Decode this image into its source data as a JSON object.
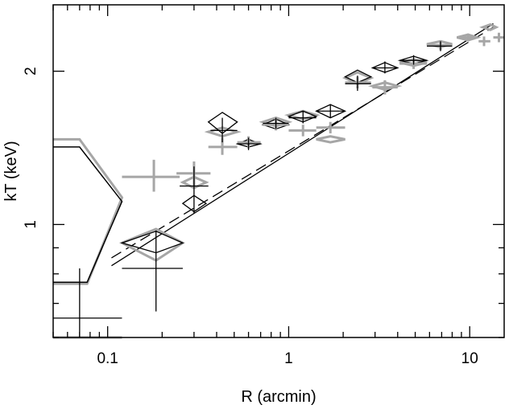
{
  "chart_data": {
    "type": "scatter",
    "title": "",
    "xlabel": "R (arcmin)",
    "ylabel": "kT (keV)",
    "xscale": "log",
    "yscale": "log",
    "xlim": [
      0.05,
      15.5
    ],
    "ylim": [
      0.6,
      2.7
    ],
    "x_ticks": [
      {
        "value": 0.1,
        "label": "0.1"
      },
      {
        "value": 1,
        "label": "1"
      },
      {
        "value": 10,
        "label": "10"
      }
    ],
    "y_ticks": [
      {
        "value": 1,
        "label": "1"
      },
      {
        "value": 2,
        "label": "2"
      }
    ],
    "grid": false,
    "colors": {
      "black": "#000000",
      "gray": "#a6a6a6"
    },
    "series": [
      {
        "color": "#000000",
        "marker": "cross",
        "points": [
          {
            "x": 0.07,
            "xlo": 0.05,
            "xhi": 0.12,
            "y": 0.655,
            "ylo": 0.6,
            "yhi": 0.82
          },
          {
            "x": 0.185,
            "xlo": 0.12,
            "xhi": 0.26,
            "y": 0.82,
            "ylo": 0.675,
            "yhi": 0.97
          },
          {
            "x": 0.3,
            "xlo": 0.25,
            "xhi": 0.36,
            "y": 1.19,
            "ylo": 1.05,
            "yhi": 1.3
          },
          {
            "x": 0.43,
            "xlo": 0.37,
            "xhi": 0.52,
            "y": 1.53,
            "ylo": 1.45,
            "yhi": 1.62
          },
          {
            "x": 0.6,
            "xlo": 0.52,
            "xhi": 0.7,
            "y": 1.44,
            "ylo": 1.4,
            "yhi": 1.48
          },
          {
            "x": 0.85,
            "xlo": 0.72,
            "xhi": 1.0,
            "y": 1.58,
            "ylo": 1.54,
            "yhi": 1.62
          },
          {
            "x": 1.2,
            "xlo": 1.0,
            "xhi": 1.42,
            "y": 1.62,
            "ylo": 1.58,
            "yhi": 1.67
          },
          {
            "x": 1.7,
            "xlo": 1.42,
            "xhi": 2.05,
            "y": 1.67,
            "ylo": 1.62,
            "yhi": 1.72
          },
          {
            "x": 2.4,
            "xlo": 2.05,
            "xhi": 2.85,
            "y": 1.89,
            "ylo": 1.83,
            "yhi": 1.96
          },
          {
            "x": 3.4,
            "xlo": 2.9,
            "xhi": 4.0,
            "y": 2.03,
            "ylo": 1.98,
            "yhi": 2.09
          },
          {
            "x": 4.9,
            "xlo": 4.1,
            "xhi": 5.8,
            "y": 2.1,
            "ylo": 2.06,
            "yhi": 2.15
          },
          {
            "x": 6.9,
            "xlo": 5.8,
            "xhi": 8.0,
            "y": 2.24,
            "ylo": 2.19,
            "yhi": 2.29
          }
        ]
      },
      {
        "color": "#a6a6a6",
        "marker": "cross",
        "points": [
          {
            "x": 0.07,
            "xlo": 0.05,
            "xhi": 0.12,
            "y": 0.6,
            "ylo": 0.6,
            "yhi": 0.6
          },
          {
            "x": 0.18,
            "xlo": 0.12,
            "xhi": 0.25,
            "y": 1.24,
            "ylo": 1.16,
            "yhi": 1.34
          },
          {
            "x": 0.3,
            "xlo": 0.24,
            "xhi": 0.37,
            "y": 1.26,
            "ylo": 1.18,
            "yhi": 1.33
          },
          {
            "x": 0.43,
            "xlo": 0.36,
            "xhi": 0.52,
            "y": 1.42,
            "ylo": 1.37,
            "yhi": 1.48
          },
          {
            "x": 0.6,
            "xlo": 0.52,
            "xhi": 0.7,
            "y": 1.45,
            "ylo": 1.41,
            "yhi": 1.49
          },
          {
            "x": 0.85,
            "xlo": 0.72,
            "xhi": 1.0,
            "y": 1.57,
            "ylo": 1.53,
            "yhi": 1.61
          },
          {
            "x": 1.2,
            "xlo": 1.0,
            "xhi": 1.42,
            "y": 1.53,
            "ylo": 1.49,
            "yhi": 1.57
          },
          {
            "x": 1.7,
            "xlo": 1.42,
            "xhi": 2.05,
            "y": 1.55,
            "ylo": 1.51,
            "yhi": 1.59
          },
          {
            "x": 2.4,
            "xlo": 2.05,
            "xhi": 2.85,
            "y": 1.9,
            "ylo": 1.85,
            "yhi": 1.95
          },
          {
            "x": 3.4,
            "xlo": 2.9,
            "xhi": 4.0,
            "y": 1.86,
            "ylo": 1.8,
            "yhi": 1.92
          },
          {
            "x": 4.9,
            "xlo": 4.1,
            "xhi": 5.8,
            "y": 2.07,
            "ylo": 2.02,
            "yhi": 2.12
          },
          {
            "x": 6.9,
            "xlo": 5.8,
            "xhi": 8.0,
            "y": 2.25,
            "ylo": 2.2,
            "yhi": 2.3
          },
          {
            "x": 9.8,
            "xlo": 8.5,
            "xhi": 11.0,
            "y": 2.33,
            "ylo": 2.29,
            "yhi": 2.37
          },
          {
            "x": 12.0,
            "xlo": 11.2,
            "xhi": 13.0,
            "y": 2.29,
            "ylo": 2.24,
            "yhi": 2.34
          },
          {
            "x": 14.5,
            "xlo": 13.5,
            "xhi": 15.5,
            "y": 2.33,
            "ylo": 2.28,
            "yhi": 2.38
          }
        ]
      }
    ],
    "model_diamonds": [
      {
        "color": "#000000",
        "x": 0.185,
        "xlo": 0.12,
        "xhi": 0.26,
        "y": 0.92,
        "ylo": 0.88,
        "yhi": 0.97
      },
      {
        "color": "#000000",
        "x": 0.3,
        "xlo": 0.26,
        "xhi": 0.35,
        "y": 1.1,
        "ylo": 1.06,
        "yhi": 1.14
      },
      {
        "color": "#000000",
        "x": 0.43,
        "xlo": 0.36,
        "xhi": 0.52,
        "y": 1.59,
        "ylo": 1.51,
        "yhi": 1.66
      },
      {
        "color": "#000000",
        "x": 0.6,
        "xlo": 0.52,
        "xhi": 0.7,
        "y": 1.44,
        "ylo": 1.42,
        "yhi": 1.47
      },
      {
        "color": "#000000",
        "x": 0.85,
        "xlo": 0.72,
        "xhi": 1.0,
        "y": 1.57,
        "ylo": 1.54,
        "yhi": 1.61
      },
      {
        "color": "#000000",
        "x": 1.2,
        "xlo": 1.0,
        "xhi": 1.42,
        "y": 1.63,
        "ylo": 1.59,
        "yhi": 1.67
      },
      {
        "color": "#000000",
        "x": 1.7,
        "xlo": 1.42,
        "xhi": 2.05,
        "y": 1.67,
        "ylo": 1.62,
        "yhi": 1.72
      },
      {
        "color": "#000000",
        "x": 2.4,
        "xlo": 2.05,
        "xhi": 2.85,
        "y": 1.95,
        "ylo": 1.9,
        "yhi": 2.01
      },
      {
        "color": "#000000",
        "x": 3.4,
        "xlo": 2.9,
        "xhi": 4.0,
        "y": 2.03,
        "ylo": 1.99,
        "yhi": 2.08
      },
      {
        "color": "#000000",
        "x": 4.9,
        "xlo": 4.1,
        "xhi": 5.8,
        "y": 2.1,
        "ylo": 2.07,
        "yhi": 2.14
      },
      {
        "color": "#a6a6a6",
        "x": 0.185,
        "xlo": 0.12,
        "xhi": 0.26,
        "y": 0.92,
        "ylo": 0.85,
        "yhi": 0.98
      },
      {
        "color": "#a6a6a6",
        "x": 0.3,
        "xlo": 0.26,
        "xhi": 0.35,
        "y": 1.21,
        "ylo": 1.18,
        "yhi": 1.24
      },
      {
        "color": "#a6a6a6",
        "x": 0.43,
        "xlo": 0.36,
        "xhi": 0.52,
        "y": 1.52,
        "ylo": 1.49,
        "yhi": 1.55
      },
      {
        "color": "#a6a6a6",
        "x": 0.85,
        "xlo": 0.72,
        "xhi": 1.0,
        "y": 1.59,
        "ylo": 1.56,
        "yhi": 1.62
      },
      {
        "color": "#a6a6a6",
        "x": 1.2,
        "xlo": 1.0,
        "xhi": 1.42,
        "y": 1.64,
        "ylo": 1.61,
        "yhi": 1.67
      },
      {
        "color": "#a6a6a6",
        "x": 1.7,
        "xlo": 1.42,
        "xhi": 2.05,
        "y": 1.47,
        "ylo": 1.45,
        "yhi": 1.49
      },
      {
        "color": "#a6a6a6",
        "x": 2.4,
        "xlo": 2.05,
        "xhi": 2.85,
        "y": 1.94,
        "ylo": 1.89,
        "yhi": 1.99
      },
      {
        "color": "#a6a6a6",
        "x": 3.4,
        "xlo": 2.9,
        "xhi": 4.0,
        "y": 1.87,
        "ylo": 1.84,
        "yhi": 1.9
      },
      {
        "color": "#a6a6a6",
        "x": 4.9,
        "xlo": 4.1,
        "xhi": 5.8,
        "y": 2.08,
        "ylo": 2.05,
        "yhi": 2.11
      },
      {
        "color": "#a6a6a6",
        "x": 6.9,
        "xlo": 5.8,
        "xhi": 8.0,
        "y": 2.26,
        "ylo": 2.23,
        "yhi": 2.29
      },
      {
        "color": "#a6a6a6",
        "x": 9.8,
        "xlo": 8.5,
        "xhi": 11.0,
        "y": 2.33,
        "ylo": 2.3,
        "yhi": 2.36
      },
      {
        "color": "#a6a6a6",
        "x": 13.0,
        "xlo": 11.8,
        "xhi": 14.0,
        "y": 2.44,
        "ylo": 2.41,
        "yhi": 2.47
      }
    ],
    "inner_model": [
      {
        "color": "#000000",
        "points": [
          {
            "x": 0.05,
            "y": 1.42
          },
          {
            "x": 0.07,
            "y": 1.42
          },
          {
            "x": 0.12,
            "y": 1.11
          },
          {
            "x": 0.077,
            "y": 0.77
          },
          {
            "x": 0.05,
            "y": 0.77
          }
        ]
      },
      {
        "color": "#a6a6a6",
        "points": [
          {
            "x": 0.05,
            "y": 1.47
          },
          {
            "x": 0.07,
            "y": 1.47
          },
          {
            "x": 0.12,
            "y": 1.13
          },
          {
            "x": 0.077,
            "y": 0.765
          },
          {
            "x": 0.05,
            "y": 0.765
          }
        ]
      }
    ],
    "fit_lines": [
      {
        "style": "solid",
        "color": "#000000",
        "x": [
          0.105,
          13.5
        ],
        "y": [
          0.83,
          2.48
        ]
      },
      {
        "style": "dashed",
        "color": "#000000",
        "x": [
          0.105,
          13.5
        ],
        "y": [
          0.86,
          2.44
        ]
      }
    ]
  }
}
